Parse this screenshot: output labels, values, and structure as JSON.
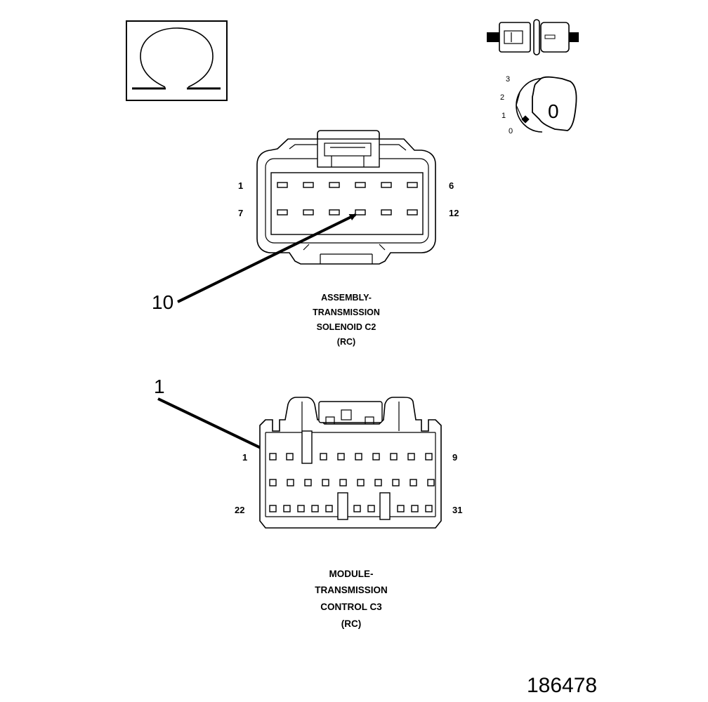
{
  "symbols": {
    "ohm_icon": "ohmmeter-symbol",
    "switch_icon": "ignition-switch-off-icon",
    "switch_positions": [
      "3",
      "2",
      "1",
      "0"
    ],
    "key_label": "0"
  },
  "callouts": {
    "top_pin_callout": "10",
    "bottom_pin_callout": "1"
  },
  "connector_c2": {
    "pin_top_left": "1",
    "pin_top_right": "6",
    "pin_bottom_left": "7",
    "pin_bottom_right": "12",
    "caption_lines": [
      "ASSEMBLY-",
      "TRANSMISSION",
      "SOLENOID C2",
      "(RC)"
    ]
  },
  "connector_c3": {
    "pin_top_left": "1",
    "pin_top_right": "9",
    "pin_bottom_left": "22",
    "pin_bottom_right": "31",
    "caption_lines": [
      "MODULE-",
      "TRANSMISSION",
      "CONTROL C3",
      "(RC)"
    ]
  },
  "figure_id": "186478"
}
